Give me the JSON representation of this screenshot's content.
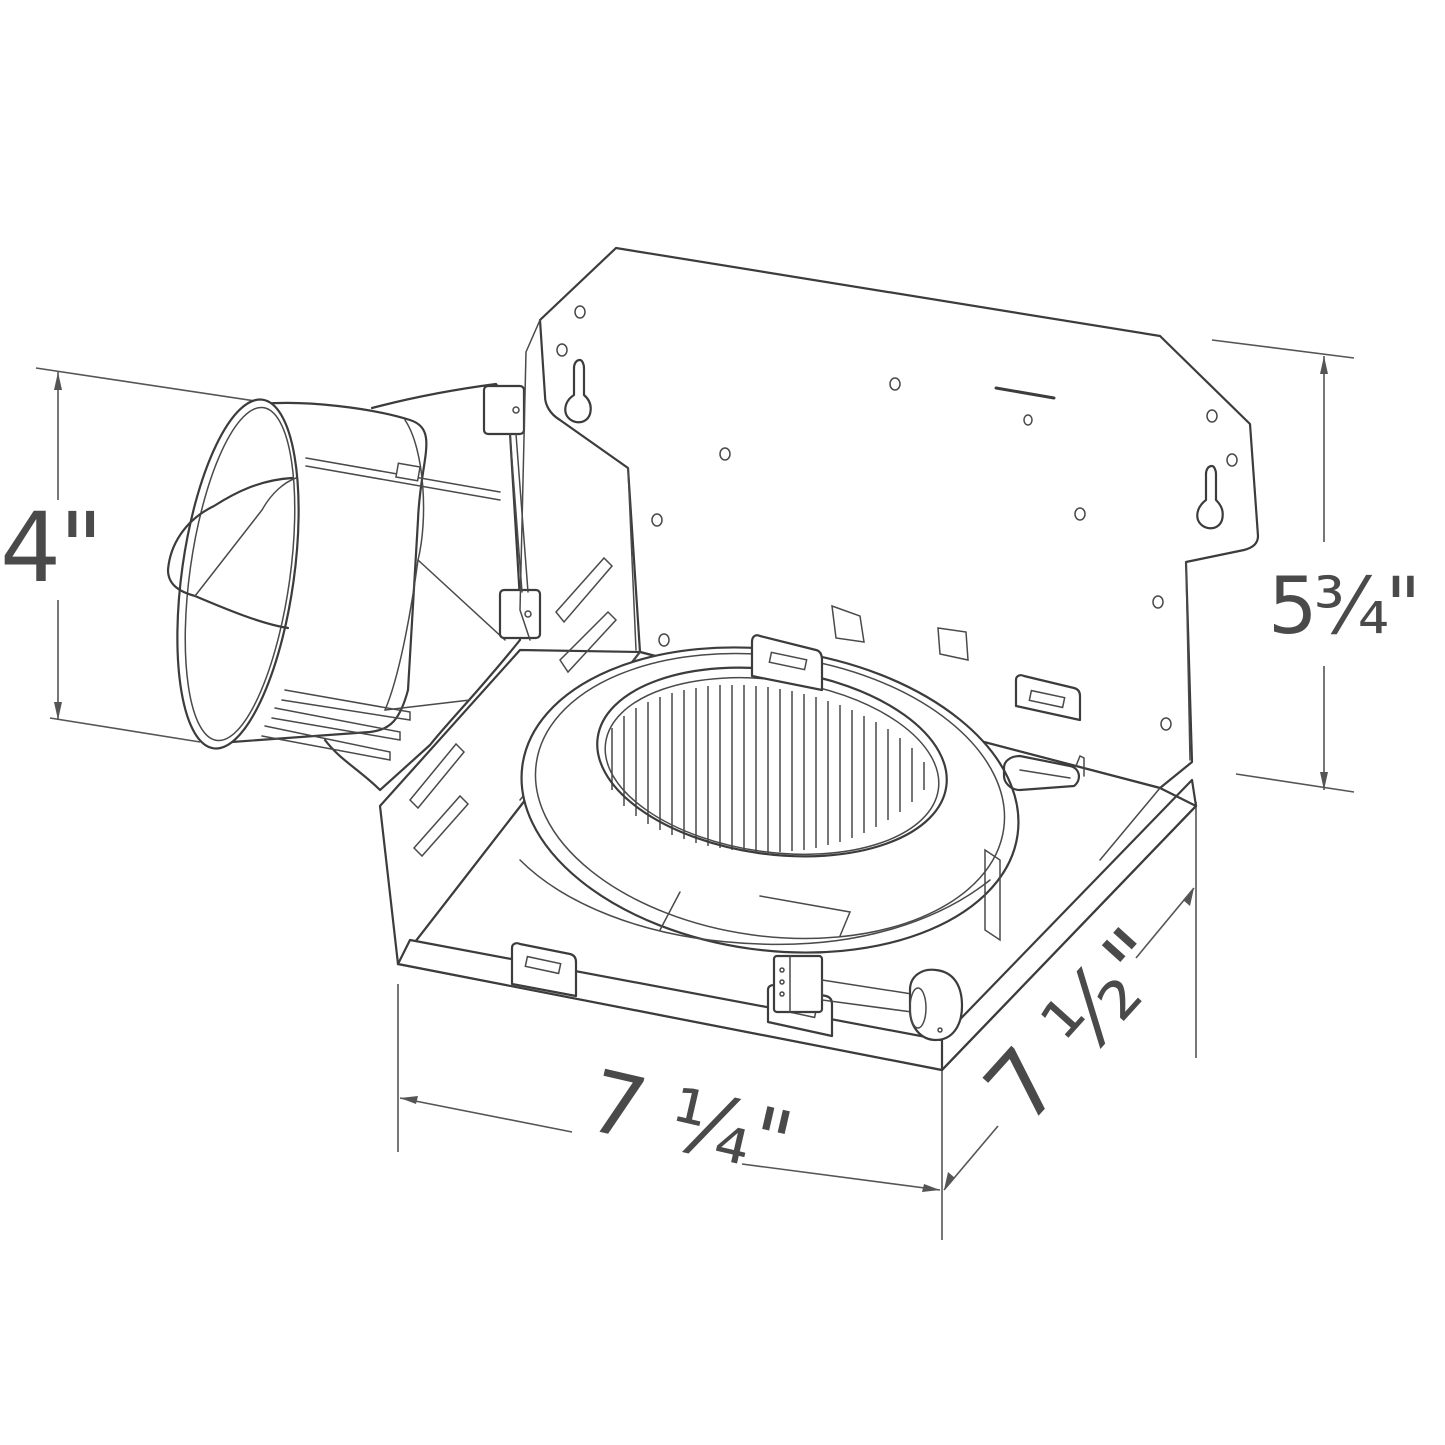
{
  "diagram": {
    "subject": "Recessed bathroom exhaust fan housing, isometric line drawing",
    "line_color": "#3c3c3c",
    "dimension_color": "#4a4a4a",
    "background": "#ffffff"
  },
  "dimensions": {
    "duct_diameter": {
      "label": "4\"",
      "axis": "vertical",
      "side": "left"
    },
    "housing_height": {
      "label": "5¾\"",
      "axis": "vertical",
      "side": "right"
    },
    "housing_width": {
      "label": "7 ¼\"",
      "axis": "front-horizontal",
      "side": "bottom"
    },
    "housing_depth": {
      "label": "7 ½\"",
      "axis": "side-diagonal",
      "side": "bottom-right"
    }
  },
  "components": [
    {
      "name": "duct-collar",
      "description": "round 4-inch duct connector with damper flap"
    },
    {
      "name": "mounting-plate",
      "description": "rear mounting flange with keyhole slots and screw holes"
    },
    {
      "name": "fan-housing",
      "description": "open sheet metal box"
    },
    {
      "name": "blower-wheel",
      "description": "squirrel-cage blower wheel in scroll"
    },
    {
      "name": "electrical-connector",
      "description": "plug receptacle with wire harness"
    },
    {
      "name": "grille-clips",
      "description": "snap tabs around housing rim"
    }
  ]
}
